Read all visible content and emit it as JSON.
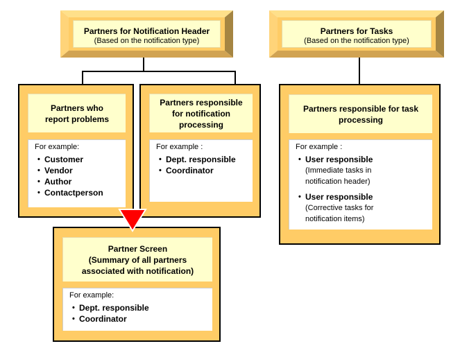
{
  "diagram": {
    "notification_header": {
      "title": "Partners for Notification Header",
      "subtitle": "(Based on the notification type)"
    },
    "tasks_header": {
      "title": "Partners for Tasks",
      "subtitle": "(Based on the notification type)"
    },
    "report_problems": {
      "title_line1": "Partners who",
      "title_line2": "report problems",
      "lead": "For example:",
      "items": [
        "Customer",
        "Vendor",
        "Author",
        "Contactperson"
      ]
    },
    "notification_processing": {
      "title_line1": "Partners responsible",
      "title_line2": "for notification",
      "title_line3": "processing",
      "lead": "For example :",
      "items": [
        "Dept. responsible",
        "Coordinator"
      ]
    },
    "task_processing": {
      "title_line1": "Partners responsible for task",
      "title_line2": "processing",
      "lead": "For example :",
      "items": [
        {
          "label": "User responsible",
          "note_line1": "(Immediate tasks in",
          "note_line2": "notification header)"
        },
        {
          "label": "User responsible",
          "note_line1": "(Corrective tasks for",
          "note_line2": "notification items)"
        }
      ]
    },
    "partner_screen": {
      "title_line1": "Partner Screen",
      "title_line2": "(Summary of all partners",
      "title_line3": "associated with notification)",
      "lead": "For example:",
      "items": [
        "Dept. responsible",
        "Coordinator"
      ]
    },
    "bullet": "•",
    "colors": {
      "box_fill": "#ffcc66",
      "header_fill": "#ffffcc",
      "arrow": "#ff0000",
      "border": "#000000"
    }
  }
}
